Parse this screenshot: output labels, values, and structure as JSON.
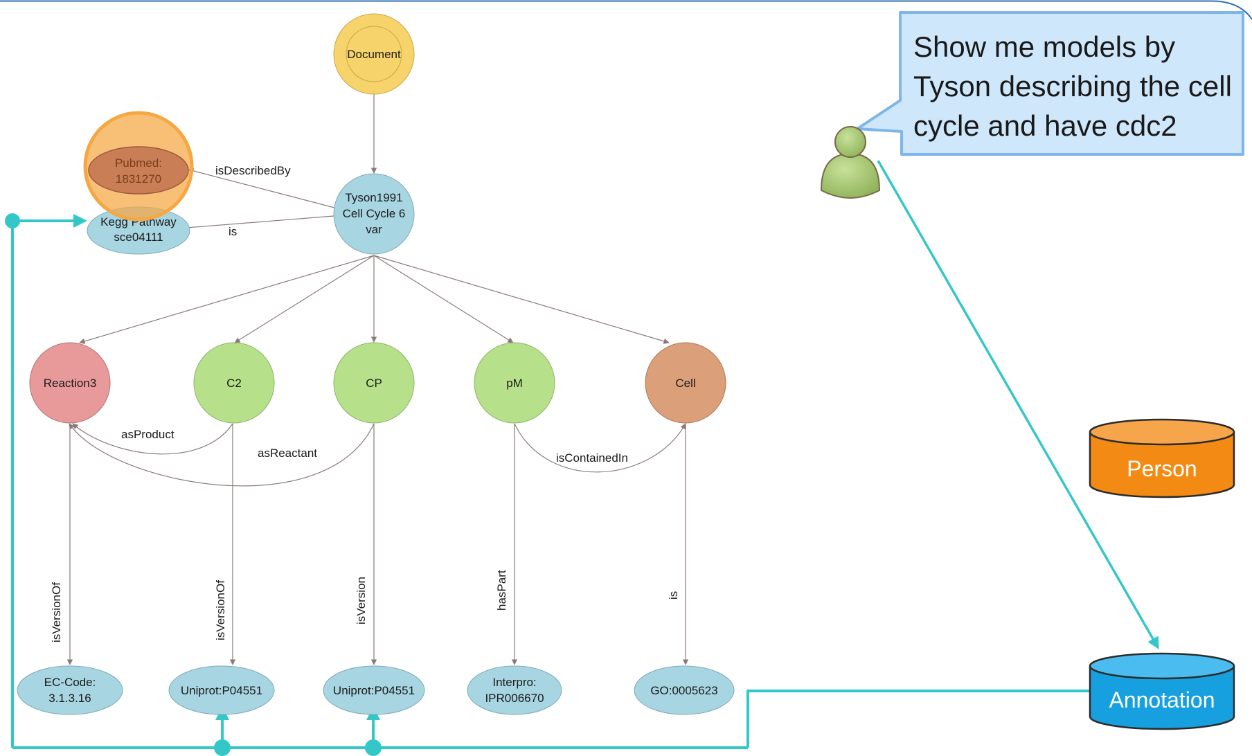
{
  "colors": {
    "edge": "#8a7a7a",
    "link": "#33c7c7",
    "doc": "#f7d36b",
    "entity": "#a8d5e2",
    "species": "#b7e08a",
    "reaction": "#e8999a",
    "compartment": "#dba07a",
    "pubmed_ring": "#f5a742",
    "pubmed_fill": "#c97e55",
    "person_db": "#f28a14",
    "annotation_db": "#16a0e0",
    "bubble": "#cfe7fb",
    "bubble_border": "#7fb6ea"
  },
  "nodes": {
    "document": "Document",
    "model": [
      "Tyson1991",
      "Cell Cycle 6",
      "var"
    ],
    "pubmed": [
      "Pubmed:",
      "1831270"
    ],
    "kegg": [
      "Kegg Pathway",
      "sce04111"
    ],
    "reaction3": "Reaction3",
    "c2": "C2",
    "cp": "CP",
    "pm": "pM",
    "cell": "Cell",
    "ec": [
      "EC-Code:",
      "3.1.3.16"
    ],
    "uniprot1": "Uniprot:P04551",
    "uniprot2": "Uniprot:P04551",
    "interpro": [
      "Interpro:",
      "IPR006670"
    ],
    "go": "GO:0005623"
  },
  "edges": {
    "is_described_by": "isDescribedBy",
    "is": "is",
    "as_product": "asProduct",
    "as_reactant": "asReactant",
    "is_contained_in": "isContainedIn",
    "is_version_of_1": "isVersionOf",
    "is_version_of_2": "isVersionOf",
    "is_version": "isVersion",
    "has_part": "hasPart",
    "is_go": "is"
  },
  "databases": {
    "person": "Person",
    "annotation": "Annotation"
  },
  "speech_bubble": {
    "lines": [
      "Show me models by",
      "Tyson describing the cell",
      "cycle and have cdc2"
    ]
  }
}
